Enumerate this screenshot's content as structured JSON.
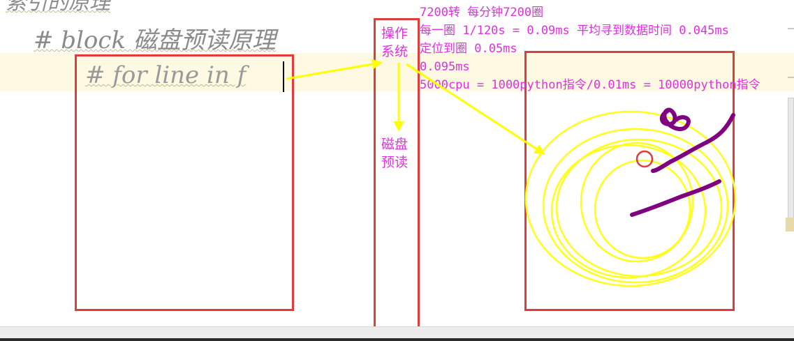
{
  "editor": {
    "line1": "索引的原理",
    "line2": "# block 磁盘预读原理",
    "line3": "# for line in f"
  },
  "annotations": {
    "os_label": "操作\n系统",
    "disk_prefetch_label": "磁盘\n预读",
    "note_rpm": "7200转 每分钟7200圈",
    "note_per_rev": "每一圈 1/120s = 0.09ms 平均寻到数据时间 0.045ms",
    "note_locate": "定位到圈 0.05ms",
    "note_total": "0.095ms",
    "note_cpu": "5000cpu = 1000python指令/0.01ms = 10000python指令"
  },
  "colors": {
    "annotation_text": "#e030e0",
    "box_border": "#e03c3c",
    "arrow": "#ffff00",
    "platter": "#ffff1a",
    "scribble": "#800080",
    "current_line": "#fdf9e3"
  }
}
